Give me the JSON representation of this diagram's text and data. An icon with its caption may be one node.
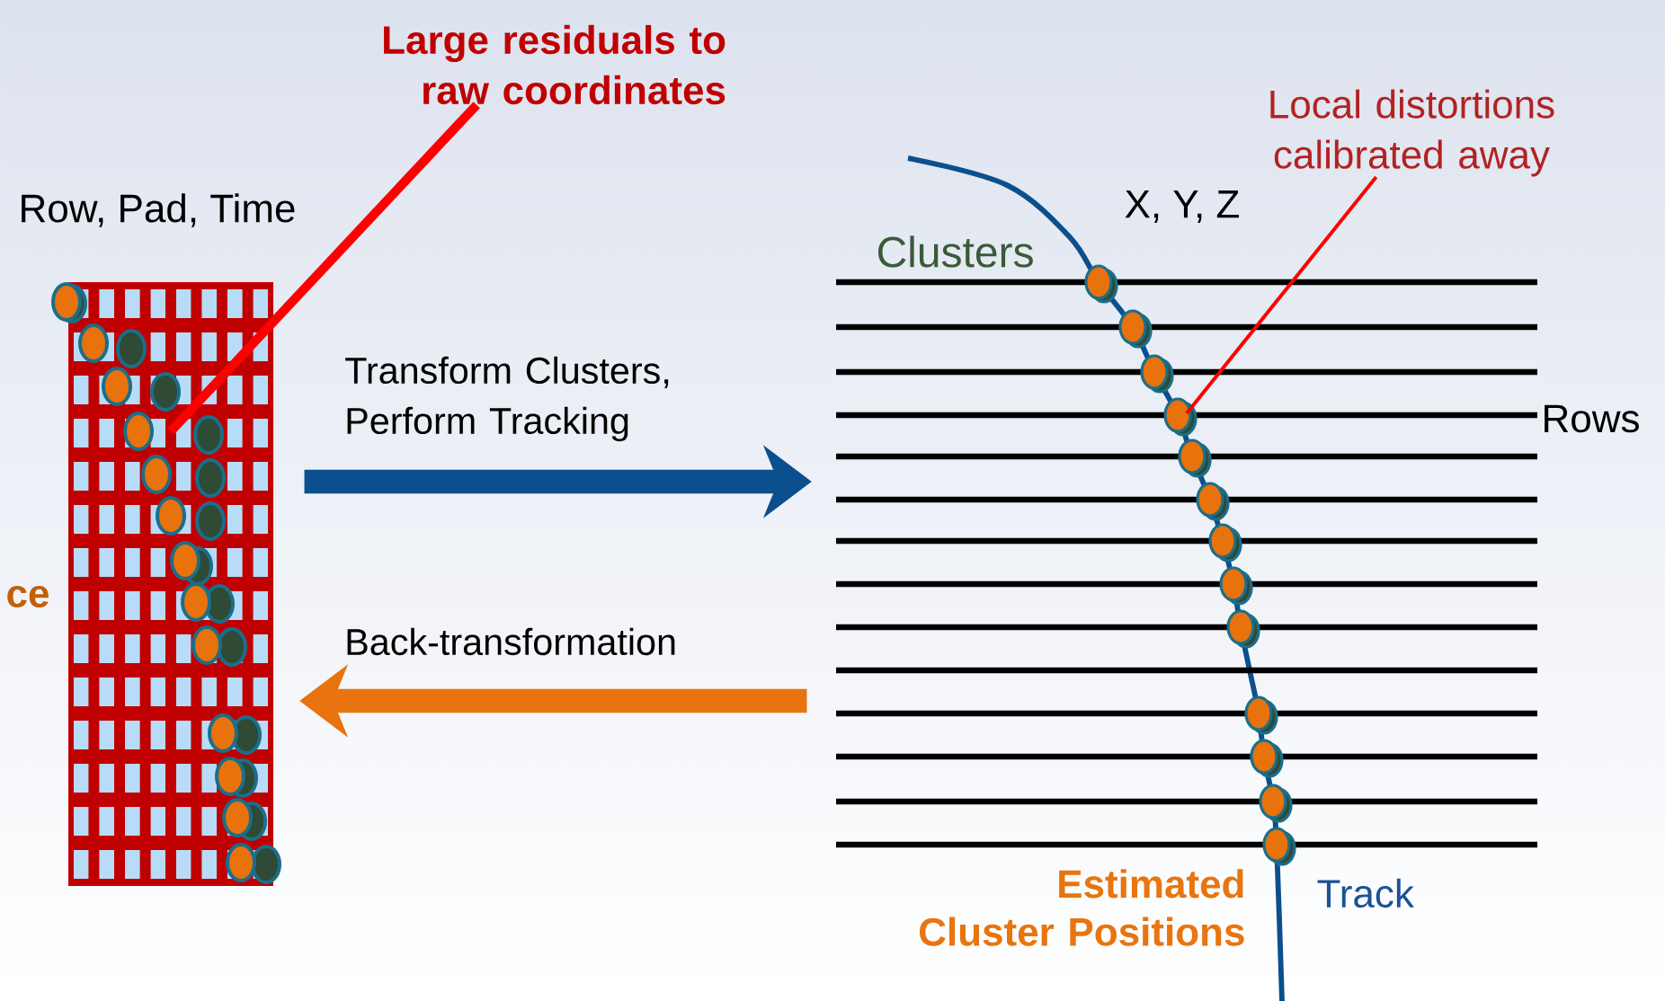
{
  "diagram": {
    "nodes": [
      {
        "text": [],
        "shape": "picture",
        "beside": [
          "ce"
        ]
      },
      {
        "text": [],
        "shape": "picture",
        "beside": [
          "Rows",
          "Estimated Cluster Positions",
          "Track"
        ]
      },
      {
        "text": [
          "Large residuals to raw coordinates"
        ]
      },
      {
        "text": [
          "Local distortions calibrated away"
        ]
      }
    ],
    "edges": [
      {
        "from": 0,
        "to": 1,
        "arrow": "to",
        "label": "Transform Clusters, Perform Tracking",
        "style": "thick",
        "color": "#0b4f8e"
      },
      {
        "from": 1,
        "to": 0,
        "arrow": "to",
        "label": "Back-transformation",
        "style": "thick",
        "color": "#e8730f"
      },
      {
        "from": 2,
        "to": 0,
        "arrow": "none",
        "color": "#ff0000"
      },
      {
        "from": 3,
        "to": 1,
        "arrow": "none",
        "color": "#ff0000"
      }
    ],
    "labels": [
      "Row, Pad, Time",
      "X, Y, Z",
      "Clusters"
    ]
  }
}
